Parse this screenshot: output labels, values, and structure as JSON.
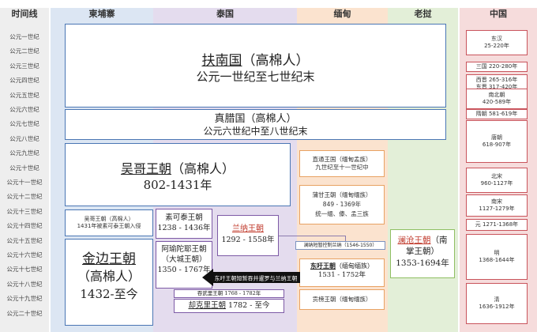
{
  "header": {
    "timeline": "时间线",
    "cambodia": "柬埔寨",
    "thailand": "泰国",
    "myanmar": "缅甸",
    "laos": "老挝",
    "china": "中国"
  },
  "timeline": [
    "公元一世纪",
    "公元二世纪",
    "公元三世纪",
    "公元四世纪",
    "公元五世纪",
    "公元六世纪",
    "公元七世纪",
    "公元八世纪",
    "公元九世纪",
    "公元十世纪",
    "公元十一世纪",
    "公元十二世纪",
    "公元十三世纪",
    "公元十四世纪",
    "公元十五世纪",
    "公元十六世纪",
    "公元十七世纪",
    "公元十八世纪",
    "公元十九世纪",
    "公元二十世纪"
  ],
  "funan": {
    "name": "扶南国",
    "people": "（高棉人）",
    "period": "公元一世纪至七世纪末"
  },
  "zhenla": {
    "name": "真腊国",
    "people": "（高棉人）",
    "period": "公元六世纪中至八世纪末"
  },
  "angkor": {
    "name": "吴哥王朝",
    "people": "（高棉人）",
    "period": "802-1431年"
  },
  "angkor_note": {
    "line1": "吴哥王朝（高棉人）",
    "line2": "1431年被素可泰王朝入侵"
  },
  "golden": {
    "name": "金边王朝",
    "people": "（高棉人）",
    "period": "1432-至今"
  },
  "sukhothai": {
    "name": "素可泰王朝",
    "period": "1238 - 1436年"
  },
  "ayutthaya": {
    "name": "阿瑜陀耶王朝",
    "sub": "（大城王朝）",
    "period": "1350 - 1767年"
  },
  "lanna": {
    "name": "兰纳王朝",
    "period": "1292 - 1558年"
  },
  "thonburi": "吞武里王朝 1768 - 1782年",
  "chakri": {
    "name": "却克里王朝",
    "period": "1782 - 至今"
  },
  "thaton": {
    "line1": "直通王国（缅甸孟族）",
    "line2": "九世纪至十一世纪中"
  },
  "pagan": {
    "line1": "蒲甘王朝（缅甸缅族）",
    "line2": "849 - 1369年",
    "line3": "统一缅、傣、孟三族"
  },
  "burma_lanna": "澜纳短暂控制兰纳（1546-1550）",
  "toungoo": {
    "name": "东吁王朝",
    "people": "（缅甸缅族）",
    "period": "1531 - 1752年"
  },
  "konbaung": "贡榜王朝（缅甸缅族）",
  "arrow_text": "东吁王朝短暂吞并暹罗与兰纳王朝",
  "lanxang": {
    "name": "澜沧王朝",
    "people": "（南",
    "people2": "掌王朝）",
    "period": "1353-1694年"
  },
  "china": [
    {
      "line1": "东汉",
      "line2": "25-220年"
    },
    {
      "line1": "三国 220-280年",
      "line2": ""
    },
    {
      "line1": "西晋 265-316年",
      "line2": "东晋 317-420年"
    },
    {
      "line1": "南北朝",
      "line2": "420-589年"
    },
    {
      "line1": "隋朝 581-619年",
      "line2": ""
    },
    {
      "line1": "唐朝",
      "line2": "618-907年"
    },
    {
      "line1": "北宋",
      "line2": "960-1127年"
    },
    {
      "line1": "南宋",
      "line2": "1127-1279年"
    },
    {
      "line1": "元 1271-1368年",
      "line2": ""
    },
    {
      "line1": "明",
      "line2": "1368-1644年"
    },
    {
      "line1": "清",
      "line2": "1636-1912年"
    }
  ],
  "colors": {
    "cambodia_bg": "#dce6f3",
    "thailand_bg": "#e4dcee",
    "myanmar_bg": "#fbe3cf",
    "laos_bg": "#e3efd8",
    "china_bg": "#f6dcdc",
    "timeline_bg": "#eeeeee"
  }
}
